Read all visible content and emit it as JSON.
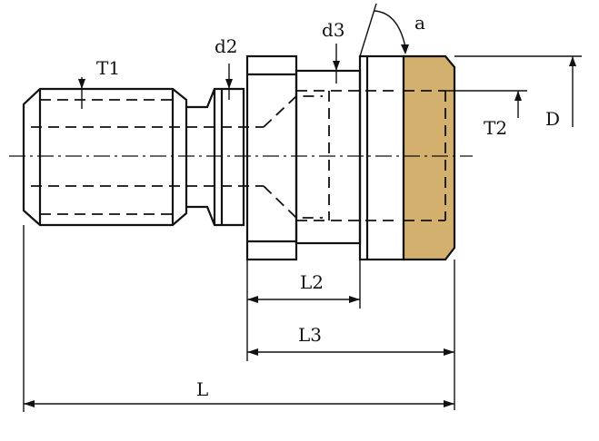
{
  "labels": {
    "T1": "T1",
    "d2": "d2",
    "d3": "d3",
    "a": "a",
    "D": "D",
    "T2": "T2",
    "L2": "L2",
    "L3": "L3",
    "L": "L"
  },
  "colors": {
    "collar_fill": "#d4b06e",
    "line": "#111111",
    "background": "#ffffff"
  }
}
